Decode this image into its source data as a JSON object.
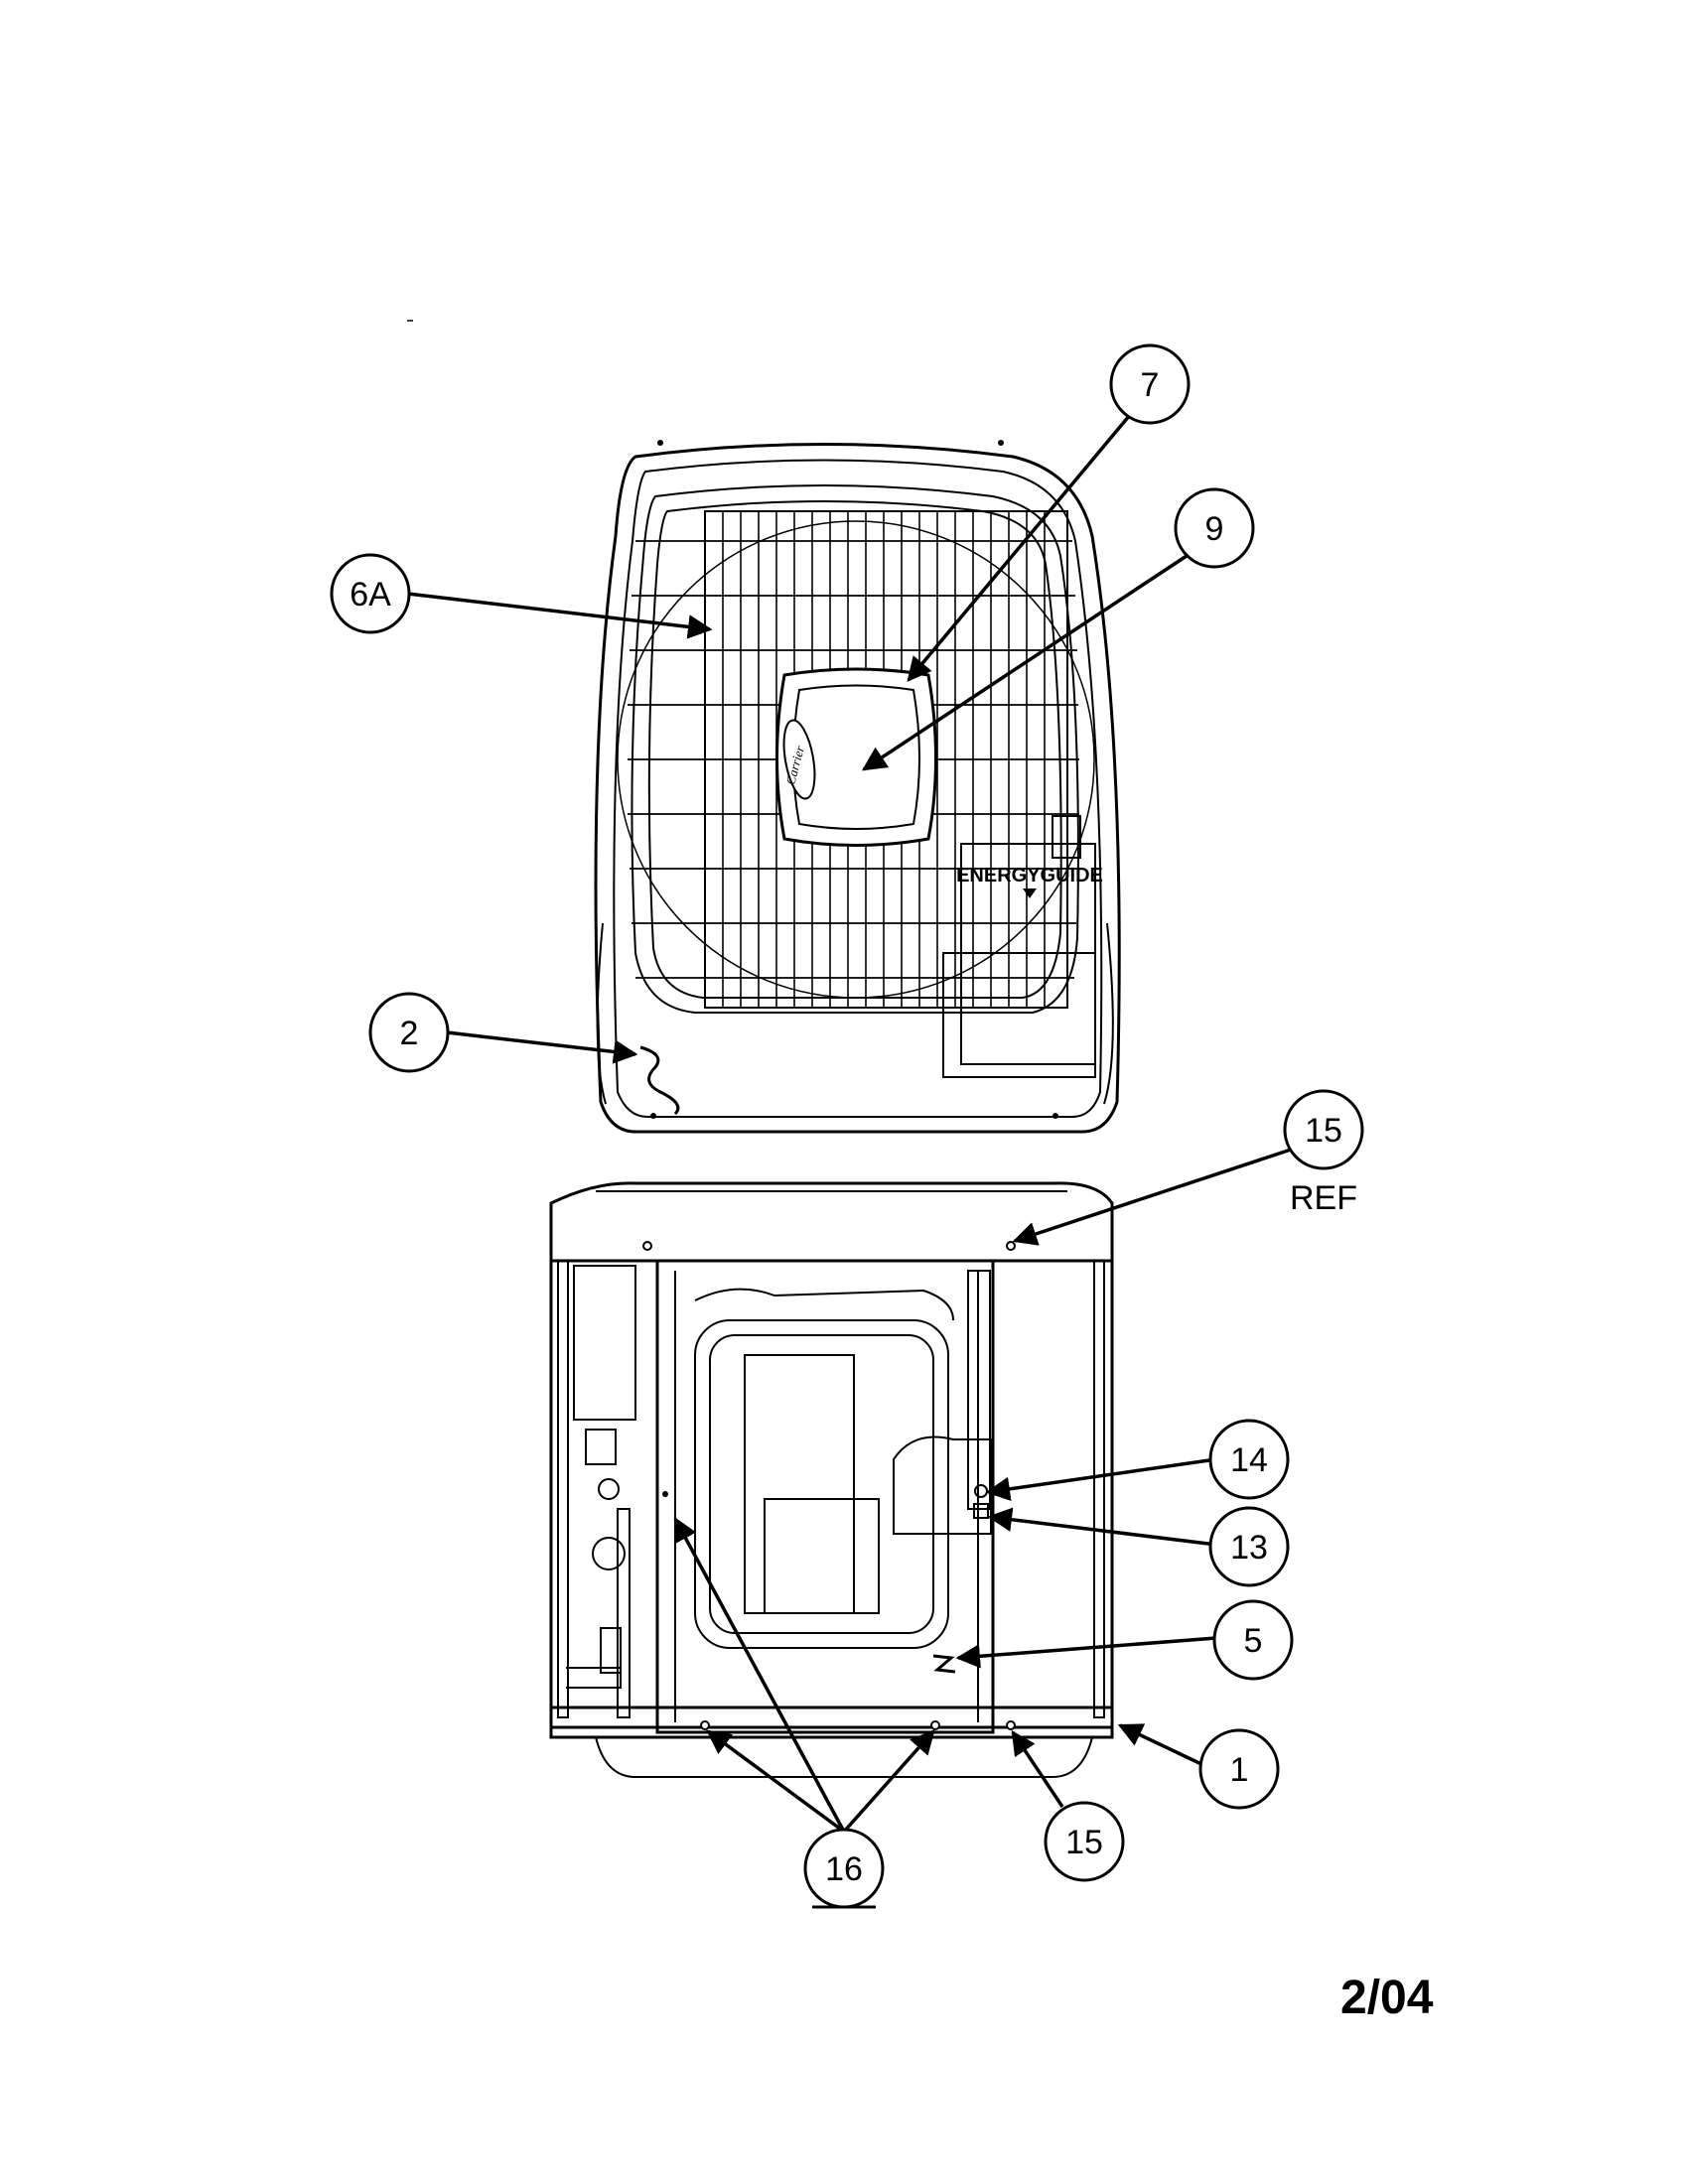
{
  "document": {
    "date_code": "2/04"
  },
  "callouts": {
    "c7": "7",
    "c9": "9",
    "c6A": "6A",
    "c2": "2",
    "c15ref": "15",
    "c15ref_suffix": "REF",
    "c14": "14",
    "c13": "13",
    "c5": "5",
    "c1": "1",
    "c15": "15",
    "c16": "16"
  },
  "labels": {
    "brand_logo": "Carrier",
    "energyguide_label": "ENERGYGUIDE"
  }
}
